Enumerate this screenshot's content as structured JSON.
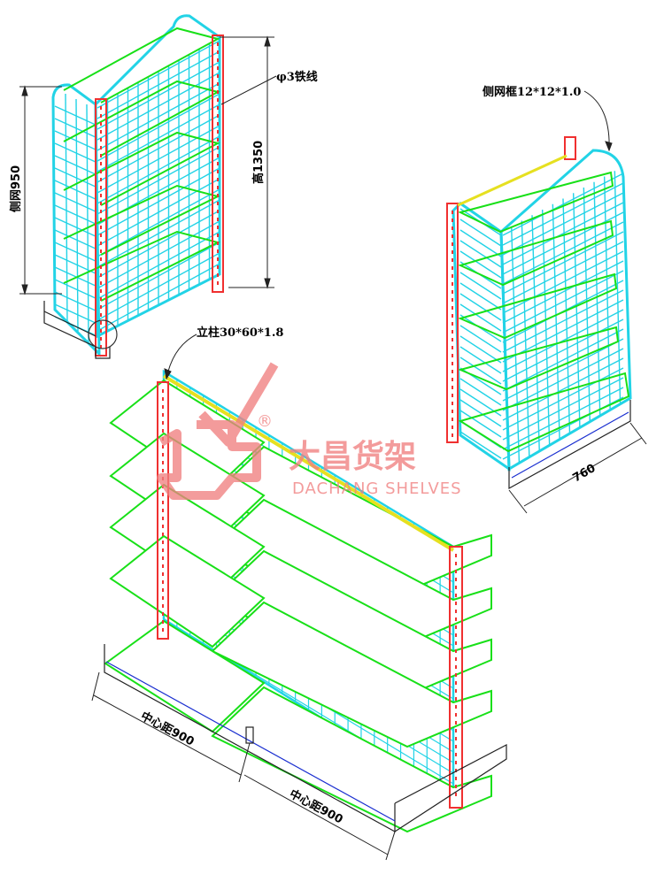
{
  "labels": {
    "wire": "φ3铁线",
    "side_frame": "侧网框12*12*1.0",
    "upright": "立柱30*60*1.8",
    "side_mesh_height": "侧网950",
    "total_height": "高1350",
    "depth": "760",
    "center_distance_1": "中心距900",
    "center_distance_2": "中心距900"
  },
  "watermark": {
    "brand_cn": "大昌货架",
    "brand_en": "DACHANG SHELVES",
    "registered": "®"
  },
  "colors": {
    "mesh": "#22d3e6",
    "shelf": "#18e018",
    "upright": "#f03030",
    "edge": "#e6e020",
    "base": "#1a2fd0",
    "line": "#222222",
    "watermark": "#f08080"
  }
}
